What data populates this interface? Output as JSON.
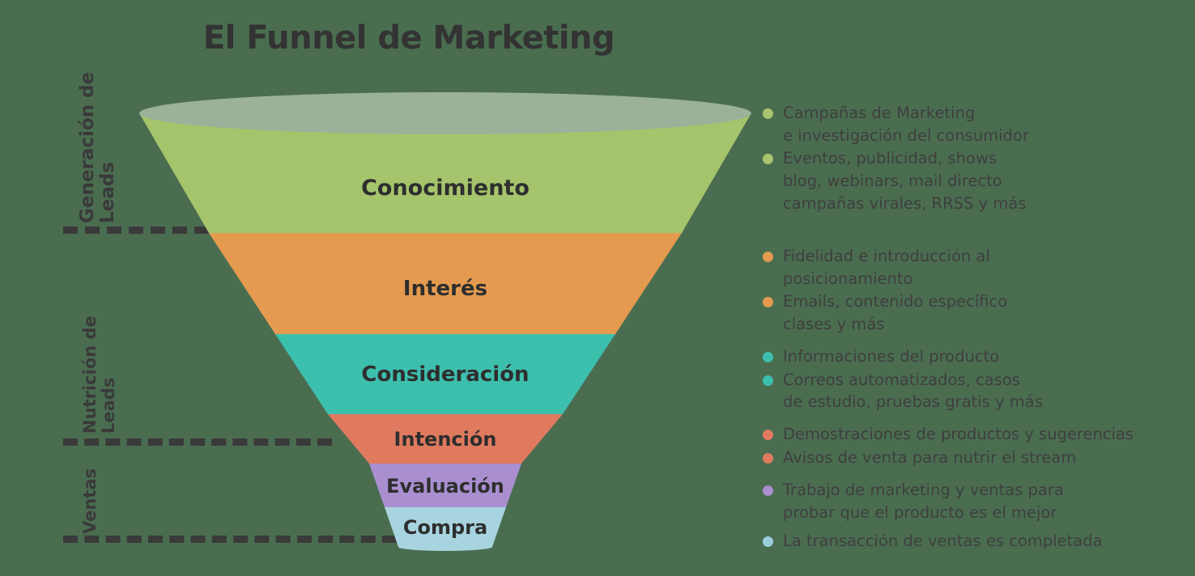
{
  "title": "El Funnel de Marketing",
  "background_color": "#4a6d50",
  "text_color": "#3a3a3a",
  "stages_axis": [
    {
      "label_lines": [
        "Generación de",
        "Leads"
      ],
      "name": "generacion-de-leads"
    },
    {
      "label_lines": [
        "Nutrición de",
        "Leads"
      ],
      "name": "nutricion-de-leads"
    },
    {
      "label_lines": [
        "Ventas"
      ],
      "name": "ventas"
    }
  ],
  "funnel": {
    "segments": [
      {
        "label": "Conocimiento",
        "color": "#a5c46b",
        "rim_color": "#8fab5e",
        "top_color": "#9cb19a"
      },
      {
        "label": "Interés",
        "color": "#e49b4f",
        "rim_color": "#c8873f",
        "top_color": "#c8873f"
      },
      {
        "label": "Consideración",
        "color": "#3dbfae",
        "rim_color": "#34a394",
        "top_color": "#34a394"
      },
      {
        "label": "Intención",
        "color": "#e07a5f",
        "rim_color": "#c46851",
        "top_color": "#c46851"
      },
      {
        "label": "Evaluación",
        "color": "#a98fd0",
        "rim_color": "#9179ba",
        "top_color": "#9179ba"
      },
      {
        "label": "Compra",
        "color": "#a8d4e0",
        "rim_color": "#8fc0ce",
        "top_color": "#8fc0ce"
      }
    ]
  },
  "notes": [
    {
      "color": "#a8c46e",
      "items": [
        [
          "Campañas de Marketing",
          "e investigación del consumidor"
        ],
        [
          "Eventos, publicidad, shows",
          "blog, webinars, mail directo",
          "campañas virales, RRSS y más"
        ]
      ]
    },
    {
      "color": "#e49b4f",
      "items": [
        [
          "Fidelidad e introducción al",
          "posicionamiento"
        ],
        [
          "Emails, contenido específico",
          "clases y más"
        ]
      ]
    },
    {
      "color": "#3dbfae",
      "items": [
        [
          "Informaciones del producto"
        ],
        [
          "Correos automatizados, casos",
          "de estudio, pruebas gratis y más"
        ]
      ]
    },
    {
      "color": "#e07a5f",
      "items": [
        [
          "Demostraciones de productos y sugerencias"
        ],
        [
          "Avisos de venta para nutrir el stream"
        ]
      ]
    },
    {
      "color": "#a98fd0",
      "items": [
        [
          "Trabajo de marketing y ventas para",
          "probar que el producto es el mejor"
        ]
      ]
    },
    {
      "color": "#9ccfdc",
      "items": [
        [
          "La transacción de ventas es completada"
        ]
      ]
    }
  ],
  "chart_data": {
    "type": "funnel",
    "title": "El Funnel de Marketing",
    "categories": [
      "Conocimiento",
      "Interés",
      "Consideración",
      "Intención",
      "Evaluación",
      "Compra"
    ],
    "widths": [
      756,
      584,
      420,
      290,
      188,
      150
    ],
    "colors": [
      "#a5c46b",
      "#e49b4f",
      "#3dbfae",
      "#e07a5f",
      "#a98fd0",
      "#a8d4e0"
    ],
    "groups": [
      "Generación de Leads",
      "Nutrición de Leads",
      "Ventas"
    ]
  }
}
